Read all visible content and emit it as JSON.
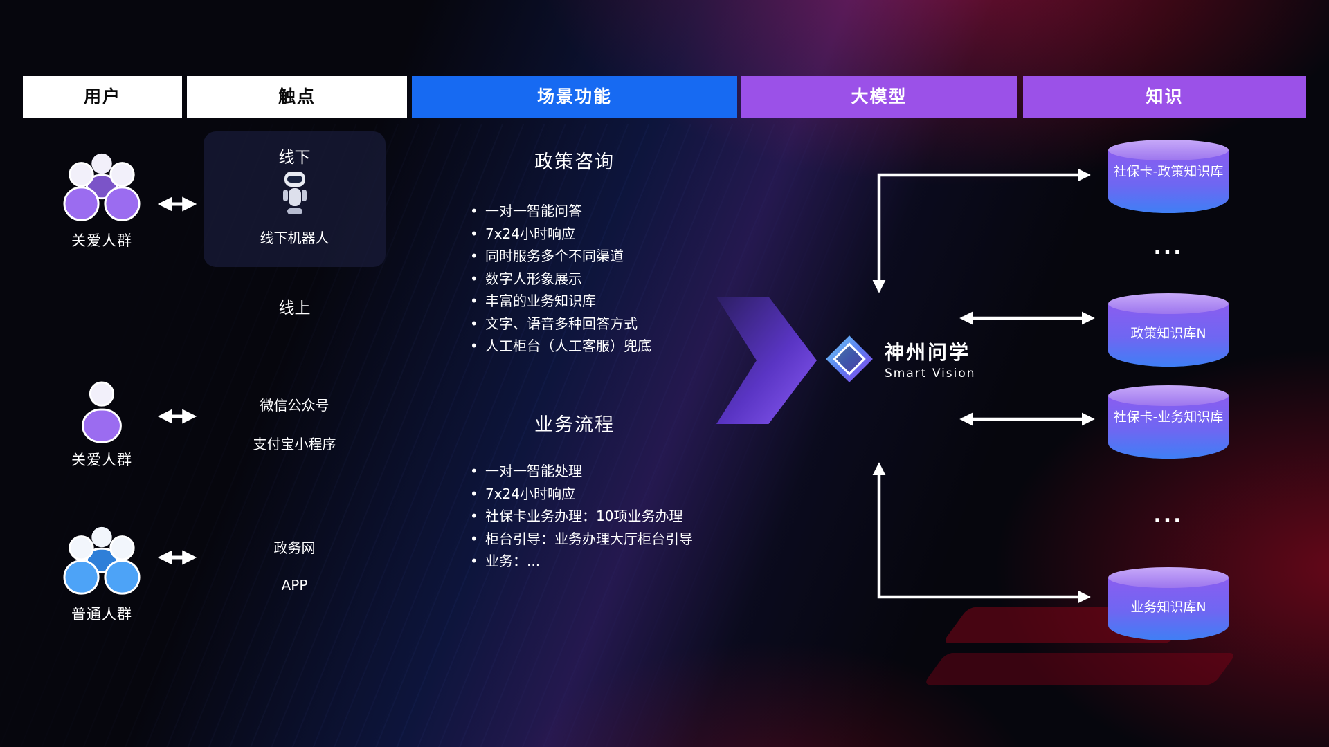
{
  "header": {
    "columns": [
      {
        "id": "users",
        "label": "用户"
      },
      {
        "id": "touchpoints",
        "label": "触点"
      },
      {
        "id": "functions",
        "label": "场景功能"
      },
      {
        "id": "model",
        "label": "大模型"
      },
      {
        "id": "knowledge",
        "label": "知识"
      }
    ]
  },
  "users": [
    {
      "label": "关爱人群",
      "icon": "users-group-icon",
      "color": "#9b6cf0"
    },
    {
      "label": "关爱人群",
      "icon": "user-icon",
      "color": "#9b6cf0"
    },
    {
      "label": "普通人群",
      "icon": "users-group-icon",
      "color": "#4da3f7"
    }
  ],
  "touchpoints": {
    "offline_title": "线下",
    "offline_device": "线下机器人",
    "online_title": "线上",
    "online_channels": [
      "微信公众号",
      "支付宝小程序"
    ],
    "gov_channels": [
      "政务网",
      "APP"
    ]
  },
  "functions": [
    {
      "title": "政策咨询",
      "items": [
        "一对一智能问答",
        "7x24小时响应",
        "同时服务多个不同渠道",
        "数字人形象展示",
        "丰富的业务知识库",
        "文字、语音多种回答方式",
        "人工柜台（人工客服）兜底"
      ]
    },
    {
      "title": "业务流程",
      "items": [
        "一对一智能处理",
        "7x24小时响应",
        "社保卡业务办理：10项业务办理",
        "柜台引导：业务办理大厅柜台引导",
        "业务：..."
      ]
    }
  ],
  "model": {
    "brand": "神州问学",
    "brand_en": "Smart Vision"
  },
  "knowledge": {
    "databases": [
      "社保卡-政策知识库",
      "政策知识库N",
      "社保卡-业务知识库",
      "业务知识库N"
    ],
    "ellipsis": "..."
  },
  "colors": {
    "header_blue": "#176af2",
    "header_purple": "#9b51e8",
    "db_top_purple": "#c7a9f9",
    "db_body_purple": "#8a5df0",
    "db_body_blue": "#3f7ff5",
    "user_purple": "#9b6cf0",
    "user_blue": "#4da3f7",
    "flow_arrow_purple": "#8b5cf6",
    "connector_white": "#ffffff"
  }
}
